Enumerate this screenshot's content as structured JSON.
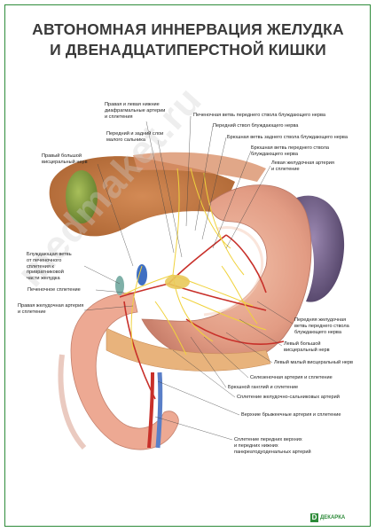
{
  "title": {
    "line1": "АВТОНОМНАЯ ИННЕРВАЦИЯ ЖЕЛУДКА",
    "line2": "И ДВЕНАДЦАТИПЕРСТНОЙ КИШКИ"
  },
  "labels": {
    "phrenic_arteries": "Правая и левая нижние\nдиафрагмальные артерии\nи сплетения",
    "lesser_omentum": "Передний и задний слои\nмалого сальника",
    "hepatic_branch": "Печеночная ветвь переднего ствола блуждающего нерва",
    "anterior_vagal": "Передний ствол блуждающего нерва",
    "celiac_branch_posterior": "Брюшная ветвь заднего ствола блуждающего нерва",
    "celiac_branch_anterior": "Брюшная ветвь переднего ствола\nблуждающего нерва",
    "left_gastric": "Левая желудочная артерия\nи сплетение",
    "right_greater_splanchnic": "Правый большой\nвисцеральный нерв",
    "vagal_pyloric_branch": "Блуждающая ветвь\nот печеночного\nсплетения к\nпривратниковой\nчасти желудка",
    "hepatic_plexus": "Печеночное сплетение",
    "right_gastric": "Правая желудочная артерия\nи сплетение",
    "anterior_gastric_branch": "Передняя желудочная\nветвь переднего ствола\nблуждающего нерва",
    "left_greater_splanchnic": "Левый большой\nвисцеральный нерв",
    "left_lesser_splanchnic": "Левый малый висцеральный нерв",
    "splenic_artery": "Селезеночная артерия и сплетение",
    "celiac_ganglion": "Брюшной ганглий и сплетение",
    "gastro_omental": "Сплетение желудочно-сальниковых артерий",
    "superior_mesenteric": "Верхние брыжеечные артерия и сплетение",
    "pancreaticoduodenal": "Сплетение передних верхних\nи передних нижних\nпанкреатодуоденальных артерий"
  },
  "watermark": "medmaket.ru",
  "logo": {
    "mark": "D",
    "text": "ДЕКАРКА"
  },
  "colors": {
    "frame": "#2e8b3a",
    "title": "#3a3a3a",
    "stomach": "#e7a58d",
    "nerve": "#f0d23c",
    "artery": "#c8302a",
    "gallbladder": "#7f9a3c",
    "spleen": "#6a5680"
  }
}
